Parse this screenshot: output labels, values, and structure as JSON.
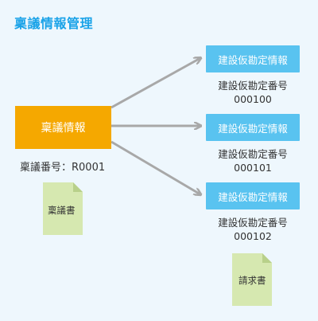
{
  "title": "稟議情報管理",
  "source": {
    "label": "稟議情報",
    "number_text": "稟議番号：R0001",
    "document": "稟議書"
  },
  "targets": [
    {
      "label": "建設仮勘定情報",
      "caption": "建設仮勘定番号",
      "number": "000100"
    },
    {
      "label": "建設仮勘定情報",
      "caption": "建設仮勘定番号",
      "number": "000101"
    },
    {
      "label": "建設仮勘定情報",
      "caption": "建設仮勘定番号",
      "number": "000102"
    }
  ],
  "document_right": "請求書",
  "colors": {
    "title": "#1aa3e8",
    "source_box": "#f5a800",
    "target_box": "#59c3f0",
    "arrow": "#a8a8a8",
    "document": "#d6e8b0"
  }
}
